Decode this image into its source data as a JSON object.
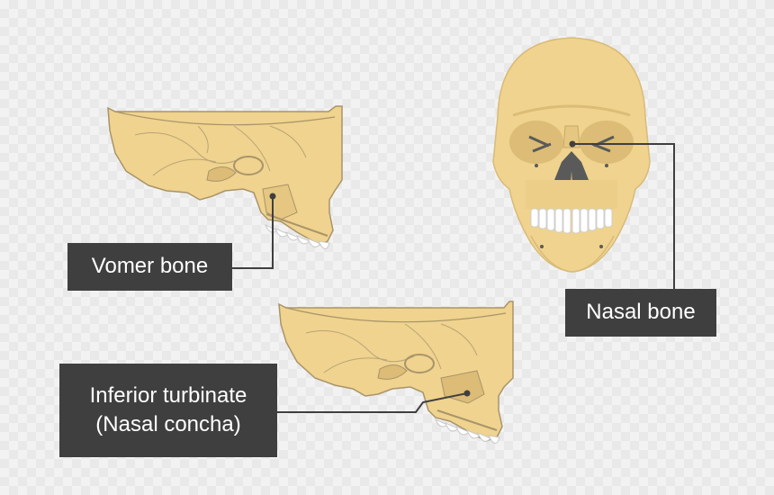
{
  "labels": {
    "vomer": "Vomer bone",
    "nasal": "Nasal bone",
    "turbinate_line1": "Inferior turbinate",
    "turbinate_line2": "(Nasal concha)"
  },
  "colors": {
    "bone": "#efd38e",
    "bone_outline": "#a9946a",
    "bone_shadow": "#dcbc76",
    "teeth": "#ffffff",
    "cavity": "#5a5a5a",
    "label_bg": "#3f3f3f",
    "label_text": "#ffffff",
    "leader_line": "#3f3f3f"
  }
}
